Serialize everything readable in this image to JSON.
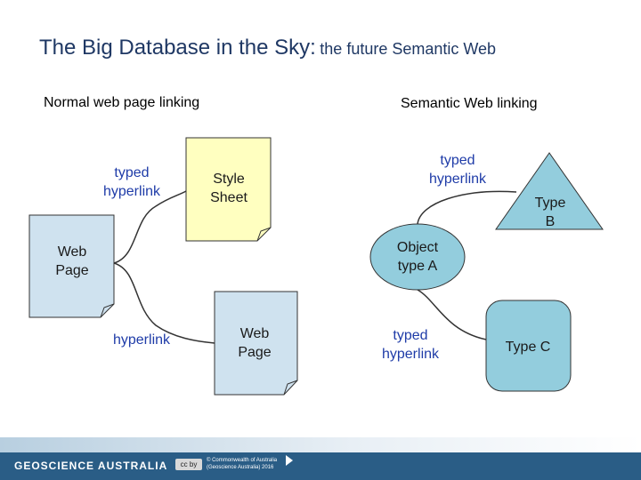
{
  "title": {
    "main": "The Big Database in the Sky:",
    "sub": "the future Semantic Web"
  },
  "left_heading": "Normal web page linking",
  "right_heading": "Semantic Web linking",
  "left_diagram": {
    "web_page_main": {
      "line1": "Web",
      "line2": "Page"
    },
    "typed_hyperlink": {
      "line1": "typed",
      "line2": "hyperlink"
    },
    "style_sheet": {
      "line1": "Style",
      "line2": "Sheet"
    },
    "hyperlink": "hyperlink",
    "web_page_target": {
      "line1": "Web",
      "line2": "Page"
    }
  },
  "right_diagram": {
    "typed_hyperlink_top": {
      "line1": "typed",
      "line2": "hyperlink"
    },
    "type_b": {
      "line1": "Type",
      "line2": "B"
    },
    "object_type_a": {
      "line1": "Object",
      "line2": "type A"
    },
    "typed_hyperlink_bottom": {
      "line1": "typed",
      "line2": "hyperlink"
    },
    "type_c": "Type C"
  },
  "footer": {
    "brand": "GEOSCIENCE AUSTRALIA",
    "badge": "cc by",
    "copyright_line1": "© Commonwealth of Australia",
    "copyright_line2": "(Geoscience Australia) 2016"
  },
  "colors": {
    "title": "#1f3864",
    "link_text": "#1f3ca8",
    "web_page_fill": "#cfe2ef",
    "style_sheet_fill": "#ffffc0",
    "semantic_fill": "#93cddd",
    "footer_band": "#2a5d86"
  }
}
